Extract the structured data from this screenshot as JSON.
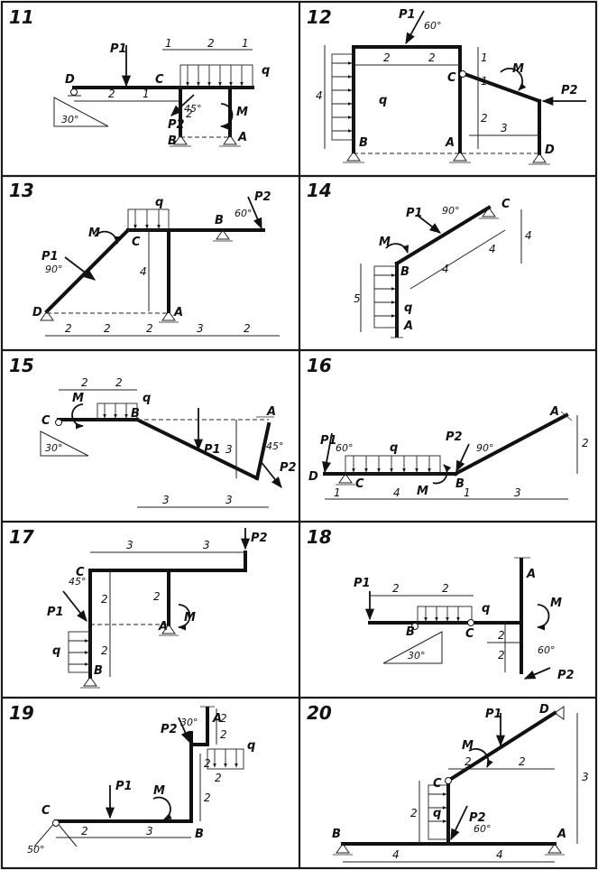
{
  "problems": [
    {
      "number": "11",
      "labels": [
        "D",
        "C",
        "B",
        "A"
      ],
      "loads": [
        "P1",
        "P2",
        "q",
        "M"
      ],
      "dims": [
        "2",
        "1",
        "1",
        "2",
        "1",
        "2"
      ],
      "angles": [
        "30°",
        "45°"
      ]
    },
    {
      "number": "12",
      "labels": [
        "B",
        "A",
        "C",
        "D"
      ],
      "loads": [
        "P1",
        "P2",
        "q",
        "M"
      ],
      "dims": [
        "2",
        "2",
        "4",
        "1",
        "1",
        "2",
        "3"
      ],
      "angles": [
        "60°"
      ]
    },
    {
      "number": "13",
      "labels": [
        "D",
        "C",
        "B",
        "A"
      ],
      "loads": [
        "P1",
        "P2",
        "q",
        "M"
      ],
      "dims": [
        "2",
        "2",
        "2",
        "3",
        "2",
        "4"
      ],
      "angles": [
        "90°",
        "60°"
      ]
    },
    {
      "number": "14",
      "labels": [
        "C",
        "B",
        "A"
      ],
      "loads": [
        "P1",
        "q",
        "M"
      ],
      "dims": [
        "4",
        "4",
        "4",
        "5"
      ],
      "angles": [
        "90°"
      ]
    },
    {
      "number": "15",
      "labels": [
        "C",
        "B",
        "A"
      ],
      "loads": [
        "P1",
        "P2",
        "q",
        "M"
      ],
      "dims": [
        "2",
        "2",
        "3",
        "3",
        "3"
      ],
      "angles": [
        "30°",
        "45°"
      ]
    },
    {
      "number": "16",
      "labels": [
        "D",
        "C",
        "B",
        "A"
      ],
      "loads": [
        "P1",
        "P2",
        "q",
        "M"
      ],
      "dims": [
        "1",
        "4",
        "1",
        "3",
        "2"
      ],
      "angles": [
        "60°",
        "90°"
      ]
    },
    {
      "number": "17",
      "labels": [
        "C",
        "B",
        "A"
      ],
      "loads": [
        "P1",
        "P2",
        "q",
        "M"
      ],
      "dims": [
        "3",
        "3",
        "2",
        "2",
        "2"
      ],
      "angles": [
        "45°"
      ]
    },
    {
      "number": "18",
      "labels": [
        "B",
        "C",
        "A"
      ],
      "loads": [
        "P1",
        "P2",
        "q",
        "M"
      ],
      "dims": [
        "2",
        "2",
        "2",
        "2"
      ],
      "angles": [
        "30°",
        "60°"
      ]
    },
    {
      "number": "19",
      "labels": [
        "C",
        "B",
        "A"
      ],
      "loads": [
        "P1",
        "P2",
        "q",
        "M"
      ],
      "dims": [
        "2",
        "3",
        "2",
        "2",
        "2",
        "2",
        "2"
      ],
      "angles": [
        "50°",
        "30°"
      ]
    },
    {
      "number": "20",
      "labels": [
        "B",
        "A",
        "C",
        "D"
      ],
      "loads": [
        "P1",
        "P2",
        "q",
        "M"
      ],
      "dims": [
        "4",
        "4",
        "2",
        "2",
        "3",
        "2"
      ],
      "angles": [
        "60°"
      ]
    }
  ]
}
